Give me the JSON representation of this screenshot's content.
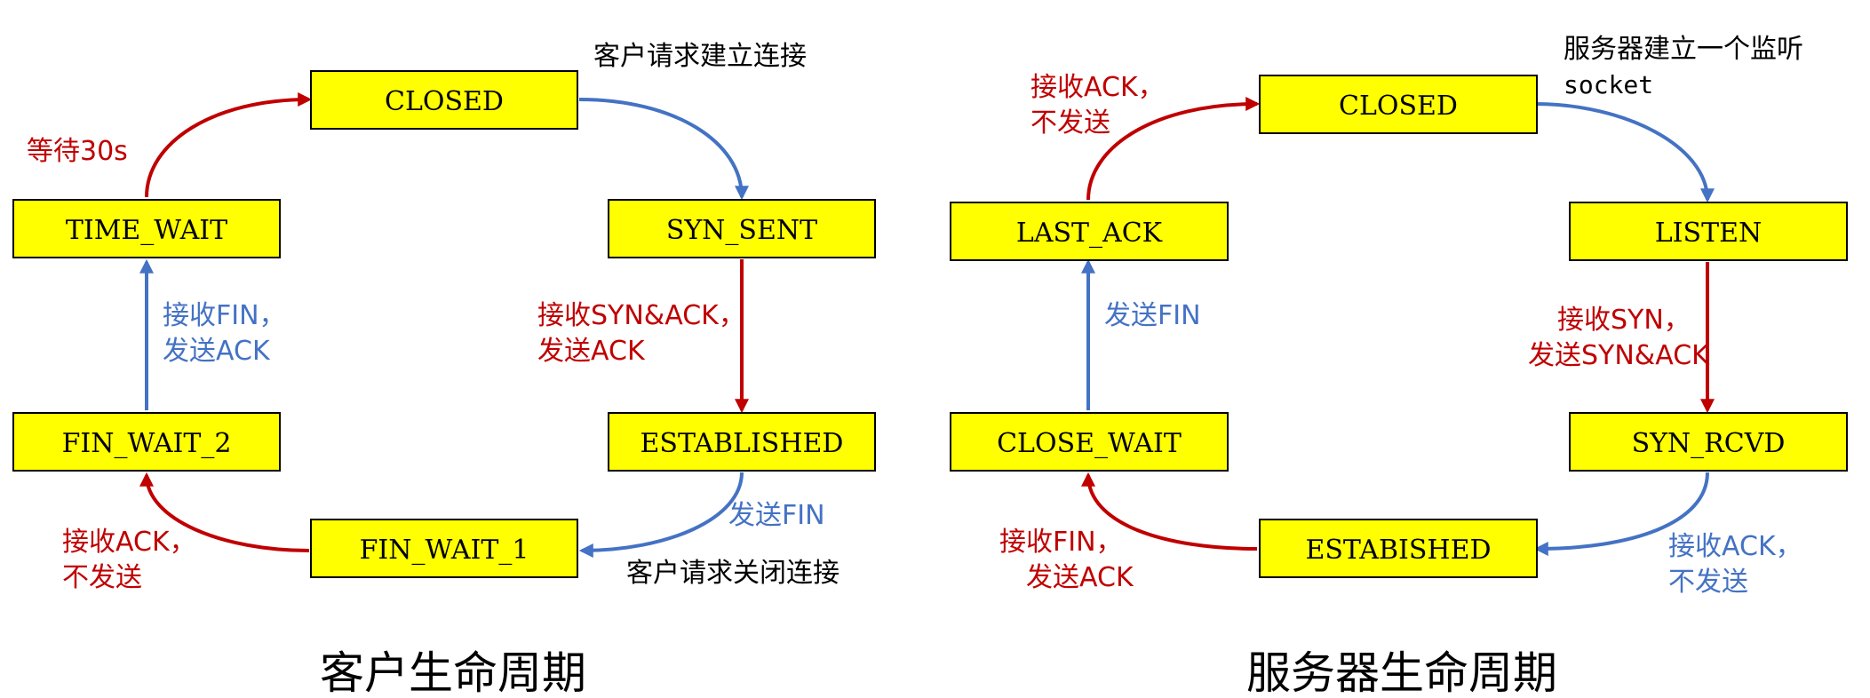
{
  "colors": {
    "state_fill": "#ffff00",
    "red": "#c00000",
    "blue": "#4472c4"
  },
  "client": {
    "caption": "客户生命周期",
    "states": {
      "closed": "CLOSED",
      "syn_sent": "SYN_SENT",
      "established": "ESTABLISHED",
      "fin_wait_1": "FIN_WAIT_1",
      "fin_wait_2": "FIN_WAIT_2",
      "time_wait": "TIME_WAIT"
    },
    "notes": {
      "request_connect": "客户请求建立连接",
      "request_close": "客户请求关闭连接"
    },
    "labels": {
      "wait_30s": "等待30s",
      "recv_synack_1": "接收SYN&ACK，",
      "recv_synack_2": "发送ACK",
      "send_fin": "发送FIN",
      "recv_ack_1": "接收ACK，",
      "recv_ack_2": "不发送",
      "recv_fin_1": "接收FIN，",
      "recv_fin_2": "发送ACK"
    }
  },
  "server": {
    "caption": "服务器生命周期",
    "states": {
      "closed": "CLOSED",
      "listen": "LISTEN",
      "syn_rcvd": "SYN_RCVD",
      "established": "ESTABISHED",
      "close_wait": "CLOSE_WAIT",
      "last_ack": "LAST_ACK"
    },
    "notes": {
      "listen_1": "服务器建立一个监听",
      "listen_2": "socket"
    },
    "labels": {
      "recv_ack_top_1": "接收ACK，",
      "recv_ack_top_2": "不发送",
      "recv_syn_1": "接收SYN，",
      "recv_syn_2": "发送SYN&ACK",
      "recv_ack_right_1": "接收ACK，",
      "recv_ack_right_2": "不发送",
      "recv_fin_1": "接收FIN，",
      "recv_fin_2": "发送ACK",
      "send_fin": "发送FIN"
    }
  }
}
